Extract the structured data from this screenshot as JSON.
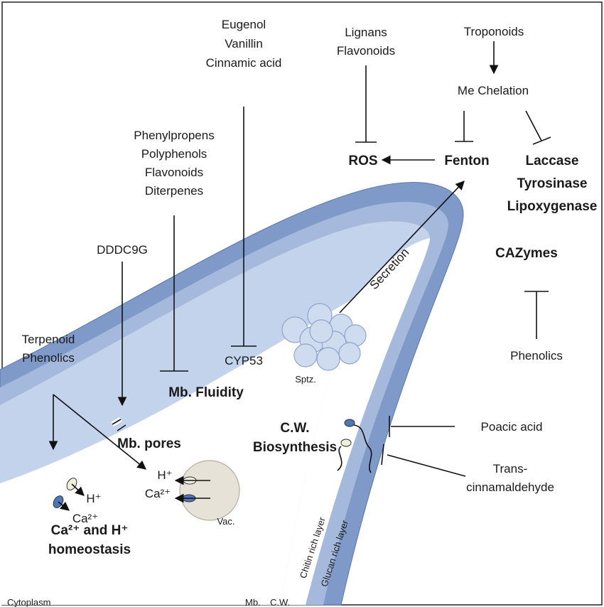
{
  "compounds": {
    "eugenol_group": [
      "Eugenol",
      "Vanillin",
      "Cinnamic acid"
    ],
    "lignans_group": [
      "Lignans",
      "Flavonoids"
    ],
    "troponoids": "Troponoids",
    "me_chelation": "Me Chelation",
    "phenylpropens_group": [
      "Phenylpropens",
      "Polyphenols",
      "Flavonoids",
      "Diterpenes"
    ],
    "dddc9g": "DDDC9G",
    "terpenoid_group": [
      "Terpenoid",
      "Phenolics"
    ],
    "phenolics": "Phenolics",
    "poacic_acid": "Poacic acid",
    "trans_cinnamaldehyde": [
      "Trans-",
      "cinnamaldehyde"
    ]
  },
  "targets": {
    "ros": "ROS",
    "fenton": "Fenton",
    "enzymes": [
      "Laccase",
      "Tyrosinase",
      "Lipoxygenase"
    ],
    "cazymes": "CAZymes",
    "cyp53": "CYP53",
    "mb_fluidity": "Mb. Fluidity",
    "mb_pores": "Mb. pores",
    "cw_biosynthesis": [
      "C.W.",
      "Biosynthesis"
    ],
    "homeostasis": [
      "Ca²⁺ and H⁺",
      "homeostasis"
    ]
  },
  "cell": {
    "secretion": "Secretion",
    "sptz": "Sptz.",
    "vac": "Vac.",
    "chitin_layer": "Chitin rich layer",
    "glucan_layer": "Glucan rich layer",
    "h_plus": "H⁺",
    "ca_2plus": "Ca²⁺",
    "cytoplasm": "Cytoplasm",
    "mb": "Mb.",
    "cw": "C.W."
  },
  "colors": {
    "wall_outer": "#7f9ac9",
    "wall_middle": "#a5b9dc",
    "wall_inner": "#c4d3ec",
    "vesicle": "#cfdbef",
    "vacuole": "#e6e2d8",
    "transporter_blue": "#4f77b7",
    "transporter_light": "#eef0dc"
  }
}
